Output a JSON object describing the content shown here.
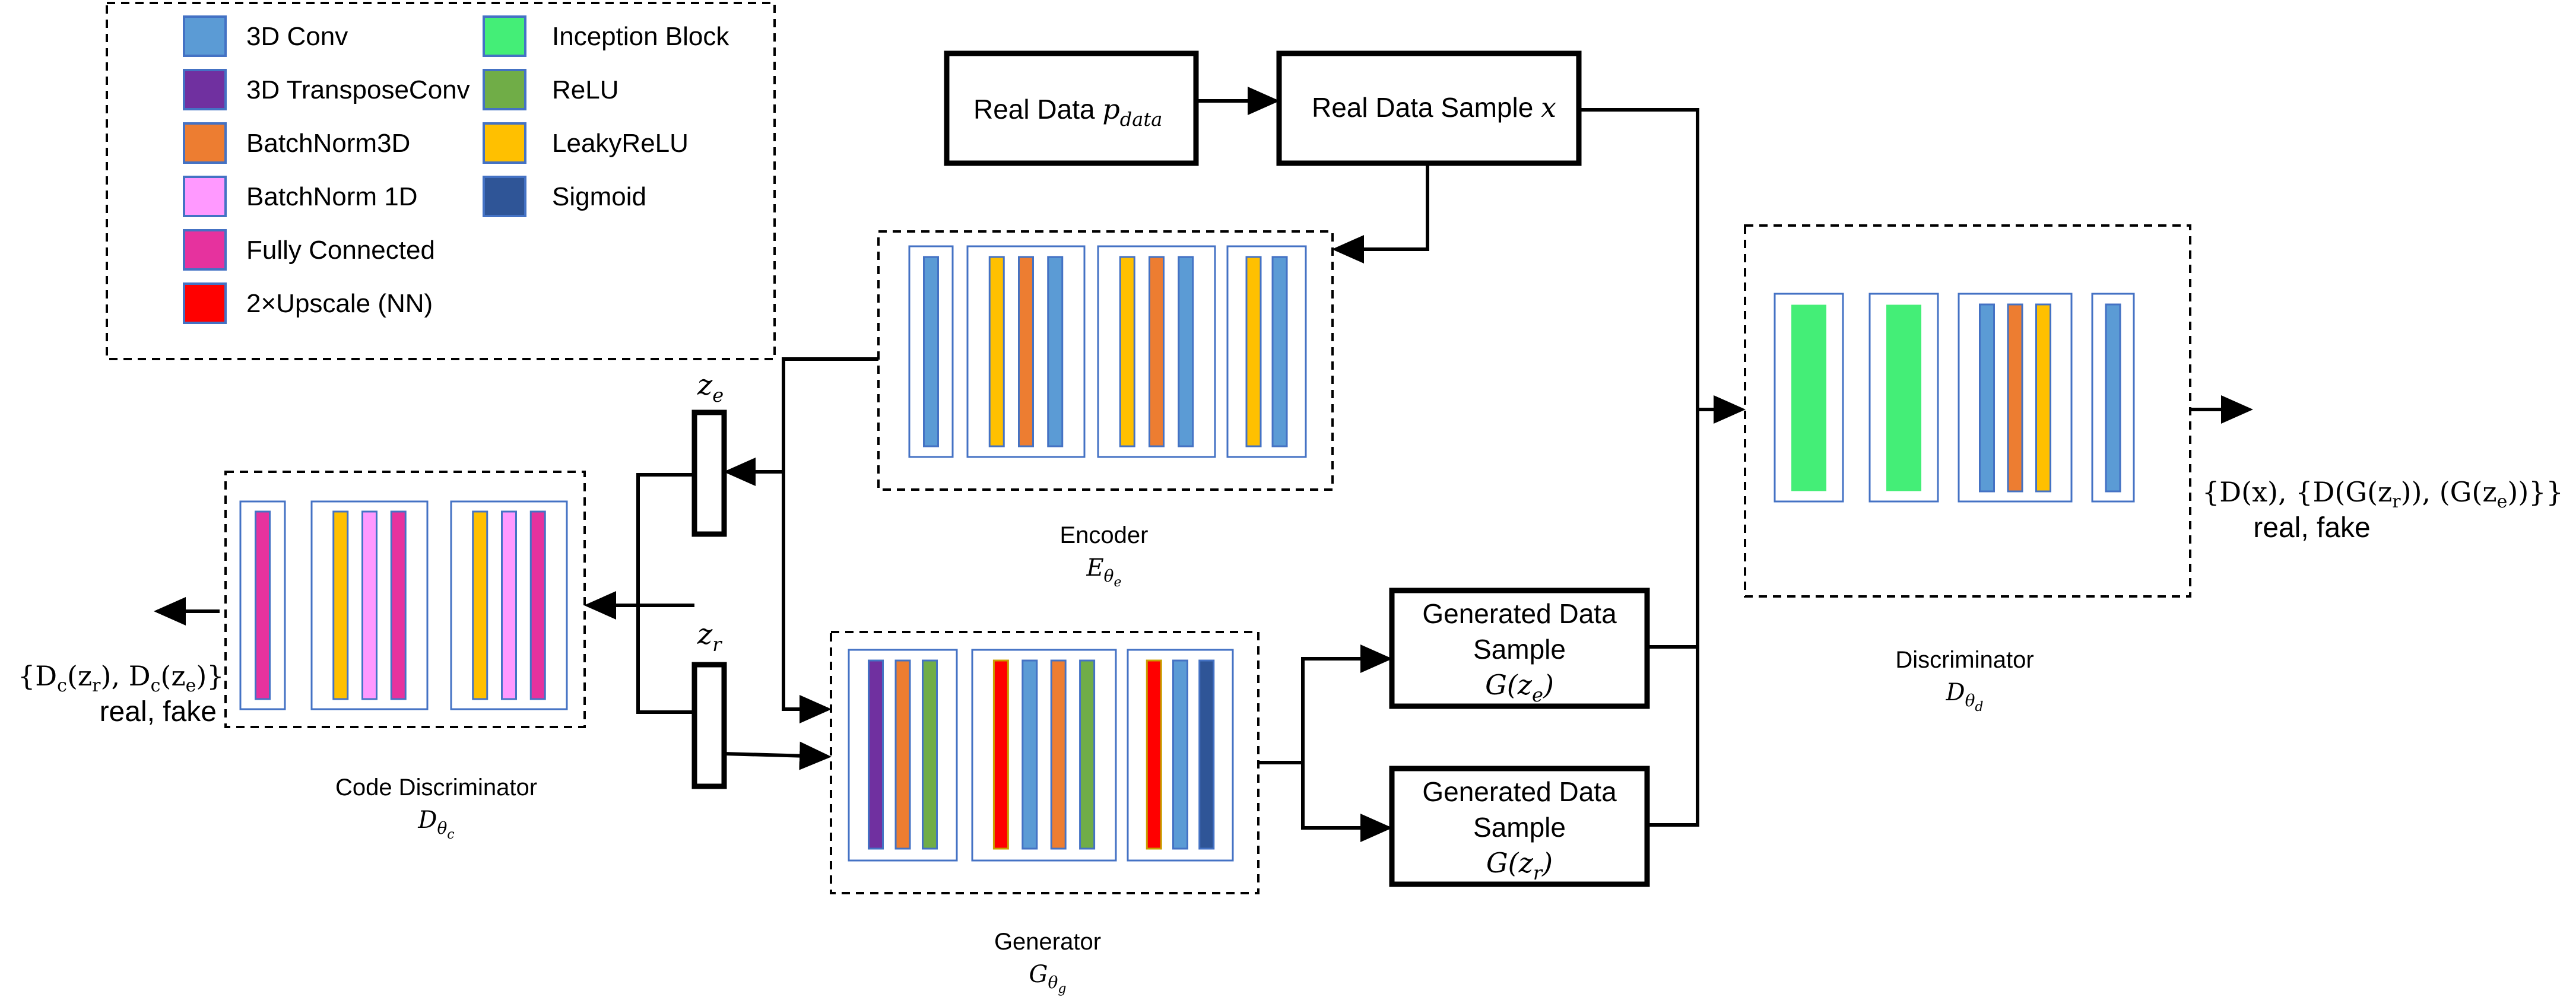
{
  "colors": {
    "conv3d": "#5B9BD5",
    "transpose_conv": "#7030A0",
    "batchnorm3d": "#ED7D31",
    "batchnorm1d": "#FF99FF",
    "fully_connected": "#E6329E",
    "upscale": "#FF0000",
    "inception": "#44EE77",
    "relu": "#70AD47",
    "leaky_relu": "#FFC000",
    "sigmoid": "#2F5597",
    "border_blue": "#4472C4"
  },
  "legend": {
    "items": [
      {
        "label": "3D Conv",
        "color_key": "conv3d"
      },
      {
        "label": "3D TransposeConv",
        "color_key": "transpose_conv"
      },
      {
        "label": "BatchNorm3D",
        "color_key": "batchnorm3d"
      },
      {
        "label": "BatchNorm 1D",
        "color_key": "batchnorm1d"
      },
      {
        "label": "Fully Connected",
        "color_key": "fully_connected"
      },
      {
        "label": "2×Upscale (NN)",
        "color_key": "upscale"
      },
      {
        "label": "Inception Block",
        "color_key": "inception"
      },
      {
        "label": "ReLU",
        "color_key": "relu"
      },
      {
        "label": "LeakyReLU",
        "color_key": "leaky_relu"
      },
      {
        "label": "Sigmoid",
        "color_key": "sigmoid"
      }
    ]
  },
  "boxes": {
    "real_data": {
      "text": "Real Data ",
      "math": "p",
      "sub": "data"
    },
    "real_sample": {
      "text": "Real Data Sample ",
      "math": "x"
    },
    "gen_ze": {
      "line1": "Generated Data",
      "line2": "Sample",
      "math": "G(z",
      "sub": "e",
      "close": ")"
    },
    "gen_zr": {
      "line1": "Generated Data",
      "line2": "Sample",
      "math": "G(z",
      "sub": "r",
      "close": ")"
    }
  },
  "latent": {
    "ze": {
      "math": "z",
      "sub": "e"
    },
    "zr": {
      "math": "z",
      "sub": "r"
    }
  },
  "captions": {
    "encoder": {
      "title": "Encoder",
      "math": "E",
      "sub": "θ",
      "subsub": "e"
    },
    "generator": {
      "title": "Generator",
      "math": "G",
      "sub": "θ",
      "subsub": "g"
    },
    "code_discriminator": {
      "title": "Code Discriminator",
      "math": "D",
      "sub": "θ",
      "subsub": "c"
    },
    "discriminator": {
      "title": "Discriminator",
      "math": "D",
      "sub": "θ",
      "subsub": "d"
    }
  },
  "outputs": {
    "discriminator": {
      "formula": "{D(x), {D(G(z",
      "r": "r",
      "mid": ")), (G(z",
      "e": "e",
      "end": "))}}",
      "label": "real, fake"
    },
    "code_discriminator": {
      "formula": "{D",
      "c1": "c",
      "p1": "(z",
      "r": "r",
      "p2": "), D",
      "c2": "c",
      "p3": "(z",
      "e": "e",
      "end": ")}",
      "label": "real, fake"
    }
  },
  "modules": {
    "encoder": [
      [
        "conv3d"
      ],
      [
        "leaky_relu",
        "batchnorm3d",
        "conv3d"
      ],
      [
        "leaky_relu",
        "batchnorm3d",
        "conv3d"
      ],
      [
        "leaky_relu",
        "conv3d"
      ]
    ],
    "generator": [
      [
        "transpose_conv",
        "batchnorm3d",
        "relu"
      ],
      [
        "upscale",
        "conv3d",
        "batchnorm3d",
        "relu"
      ],
      [
        "upscale",
        "conv3d",
        "sigmoid"
      ]
    ],
    "code_discriminator": [
      [
        "fully_connected"
      ],
      [
        "leaky_relu",
        "batchnorm1d",
        "fully_connected"
      ],
      [
        "leaky_relu",
        "batchnorm1d",
        "fully_connected"
      ]
    ],
    "discriminator": [
      [
        "inception"
      ],
      [
        "inception"
      ],
      [
        "conv3d",
        "batchnorm3d",
        "leaky_relu"
      ],
      [
        "conv3d"
      ]
    ]
  }
}
